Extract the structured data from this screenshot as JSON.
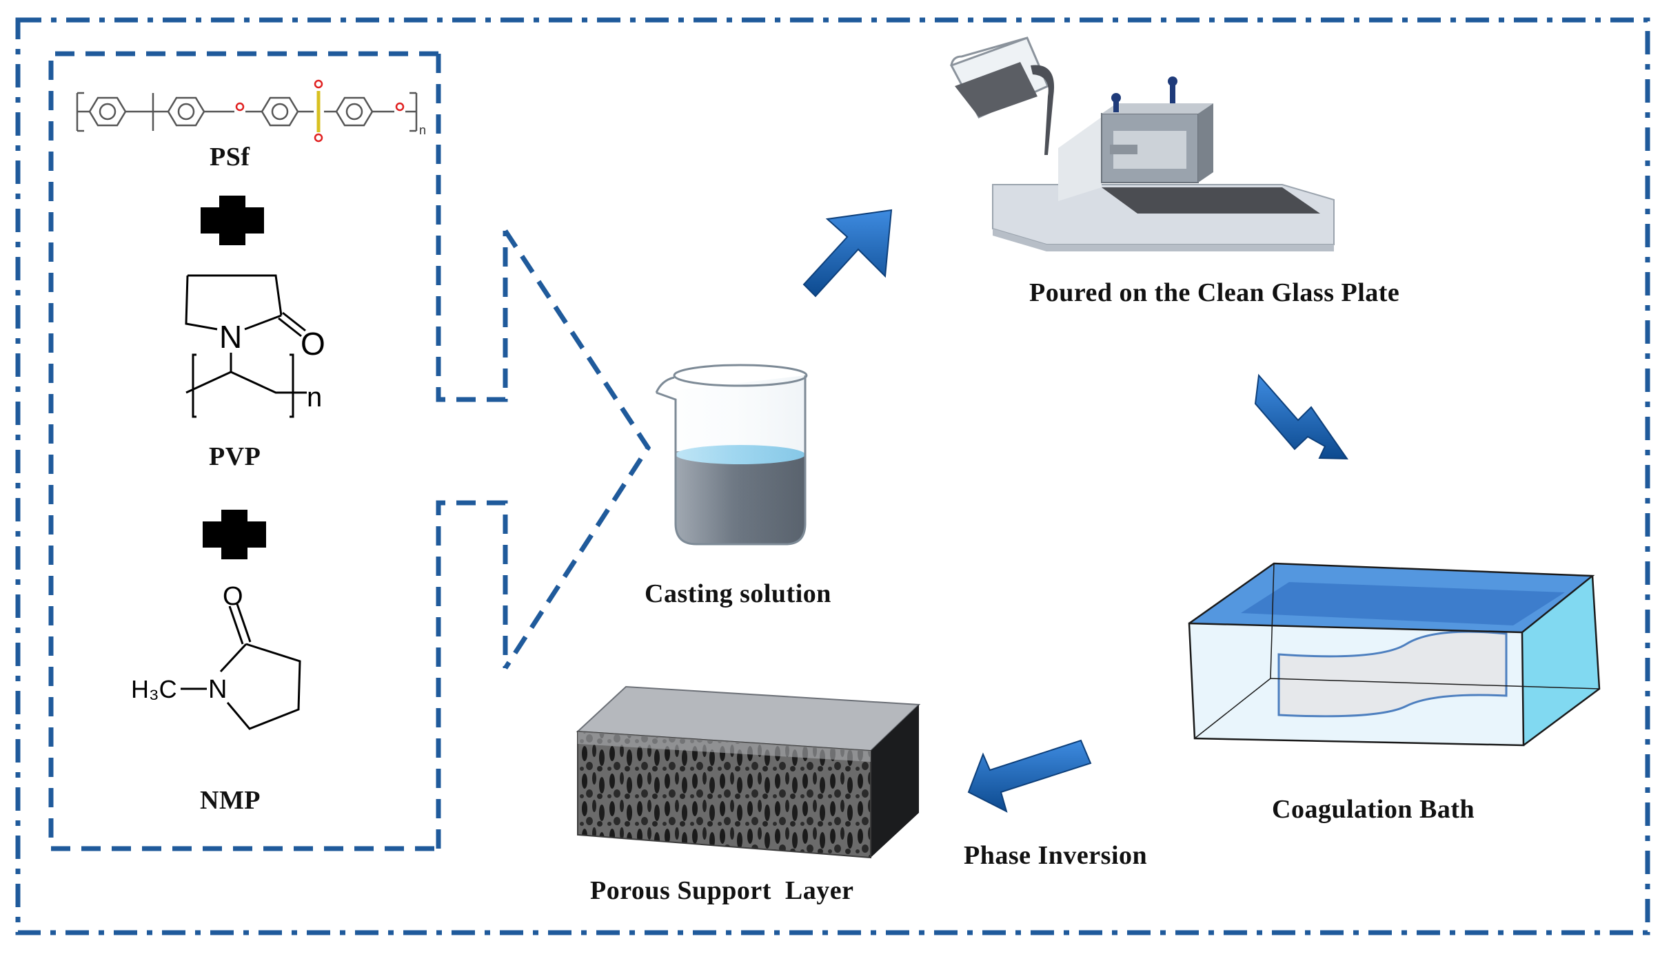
{
  "colors": {
    "frame": "#1f5a9b",
    "arrow": "#1f6cc2",
    "arrow_dark": "#0d3f7a",
    "liquid": "#4e5865",
    "bath_water": "#5fa9e6"
  },
  "materials": {
    "psf_label": "PSf",
    "pvp_label": "PVP",
    "nmp_label": "NMP",
    "psf_n": "n",
    "pvp_n": "n",
    "pvp_atom_n": "N",
    "pvp_atom_o": "O",
    "nmp_atom_o": "O",
    "nmp_atom_n": "N",
    "nmp_methyl": "H₃C"
  },
  "steps": {
    "casting": "Casting solution",
    "poured": "Poured on the Clean Glass Plate",
    "bath": "Coagulation Bath",
    "phase": "Phase Inversion",
    "porous": "Porous Support  Layer"
  },
  "icons": {
    "plus_1": "plus-icon",
    "plus_2": "plus-icon",
    "beaker": "beaker-icon",
    "casting_knife": "casting-knife-icon",
    "bath": "coagulation-bath-icon",
    "membrane": "membrane-block-icon"
  }
}
